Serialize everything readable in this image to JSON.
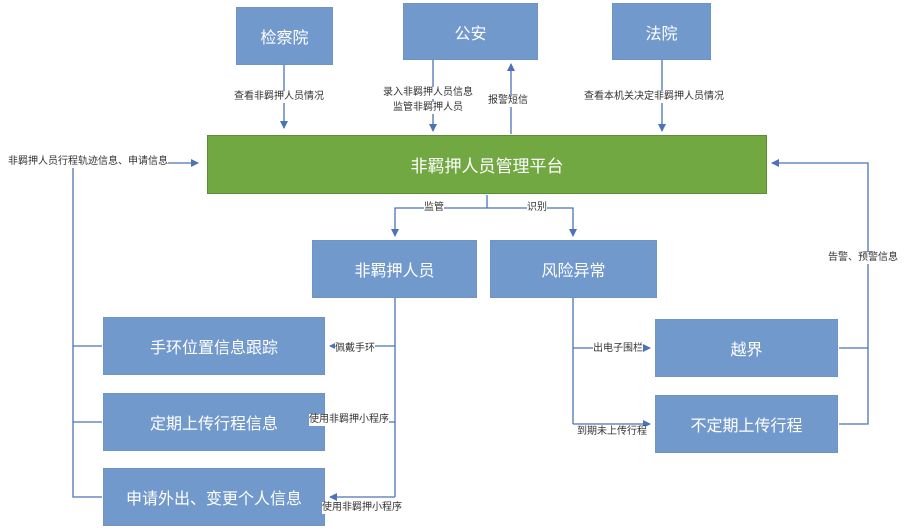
{
  "colors": {
    "box": "#7199cc",
    "platform": "#72a842",
    "line": "#4a74b6",
    "label": "#333333"
  },
  "boxes": {
    "procuratorate": "检察院",
    "police": "公安",
    "court": "法院",
    "platform": "非羁押人员管理平台",
    "person": "非羁押人员",
    "risk": "风险异常",
    "tracking": "手环位置信息跟踪",
    "upload": "定期上传行程信息",
    "apply": "申请外出、变更个人信息",
    "boundary": "越界",
    "irregular": "不定期上传行程"
  },
  "labels": {
    "proc_view": "查看非羁押人员情况",
    "police_input_1": "录入非羁押人员信息",
    "police_input_2": "监管非羁押人员",
    "police_sms": "报警短信",
    "court_view": "查看本机关决定非羁押人员情况",
    "left_feed": "非羁押人员行程轨迹信息、申请信息",
    "supervise": "监管",
    "identify": "识别",
    "alarm": "告警、预警信息",
    "wear": "佩戴手环",
    "miniprogram_1": "使用非羁押小程序",
    "miniprogram_2": "使用非羁押小程序",
    "fence": "出电子围栏",
    "overdue": "到期未上传行程"
  }
}
